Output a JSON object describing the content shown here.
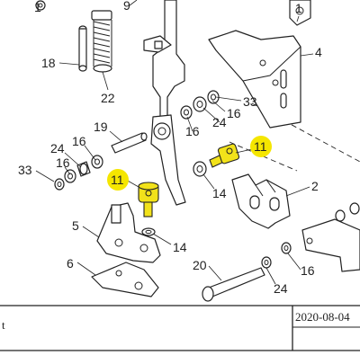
{
  "callouts": {
    "c1": "1",
    "c2": "2",
    "c4": "4",
    "c5": "5",
    "c6": "6",
    "c9": "9",
    "c11a": "11",
    "c11b": "11",
    "c14a": "14",
    "c14b": "14",
    "c16a": "16",
    "c16b": "16",
    "c16c": "16",
    "c16d": "16",
    "c18": "18",
    "c19": "19",
    "c20": "20",
    "c22": "22",
    "c24a": "24",
    "c24b": "24",
    "c24c": "24",
    "c33a": "33",
    "c33b": "33"
  },
  "title_block": {
    "left_text": "t",
    "date": "2020-08-04"
  },
  "highlight_color": "#f5e600"
}
